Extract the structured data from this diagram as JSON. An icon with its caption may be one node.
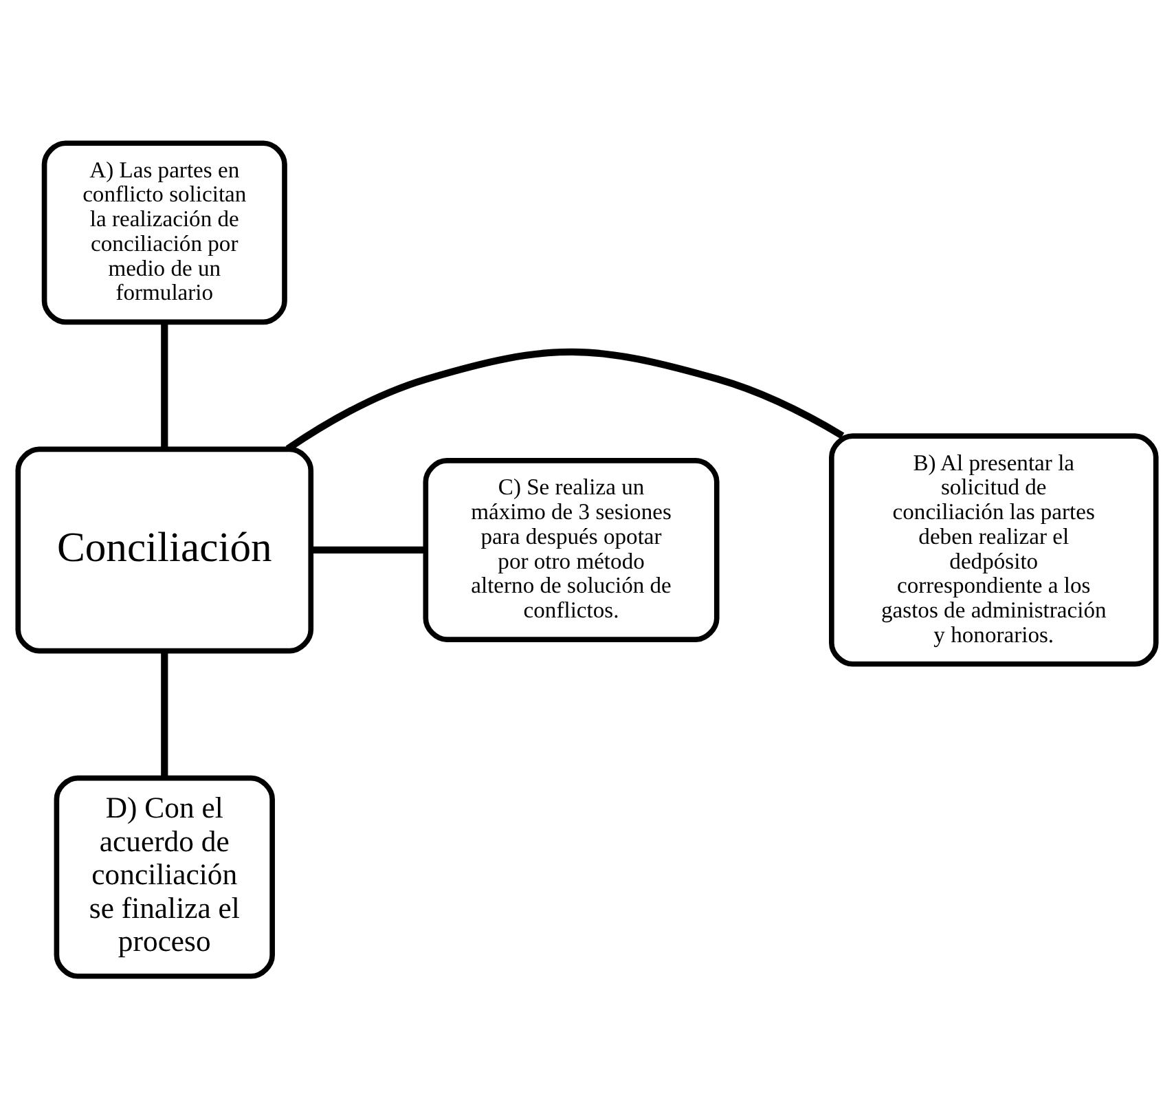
{
  "diagram": {
    "nodes": [
      {
        "text": [
          "A) Las partes en conflicto solicitan la realización de conciliación por medio de un formulario"
        ]
      },
      {
        "text": [
          "B) Al presentar la solicitud de conciliación las partes deben realizar el dedpósito correspondiente a los gastos de administración y honorarios."
        ]
      },
      {
        "text": [
          "Conciliación"
        ]
      },
      {
        "text": [
          "C) Se realiza un máximo de 3 sesiones para después opotar por otro método alterno de solución de conflictos."
        ]
      },
      {
        "text": [
          "D) Con el acuerdo de conciliación se finaliza el proceso"
        ]
      }
    ],
    "edges": [
      {
        "from": 2,
        "to": 0,
        "arrow": "none"
      },
      {
        "from": 2,
        "to": 1,
        "arrow": "none"
      },
      {
        "from": 2,
        "to": 3,
        "arrow": "none"
      },
      {
        "from": 2,
        "to": 4,
        "arrow": "none"
      }
    ]
  }
}
